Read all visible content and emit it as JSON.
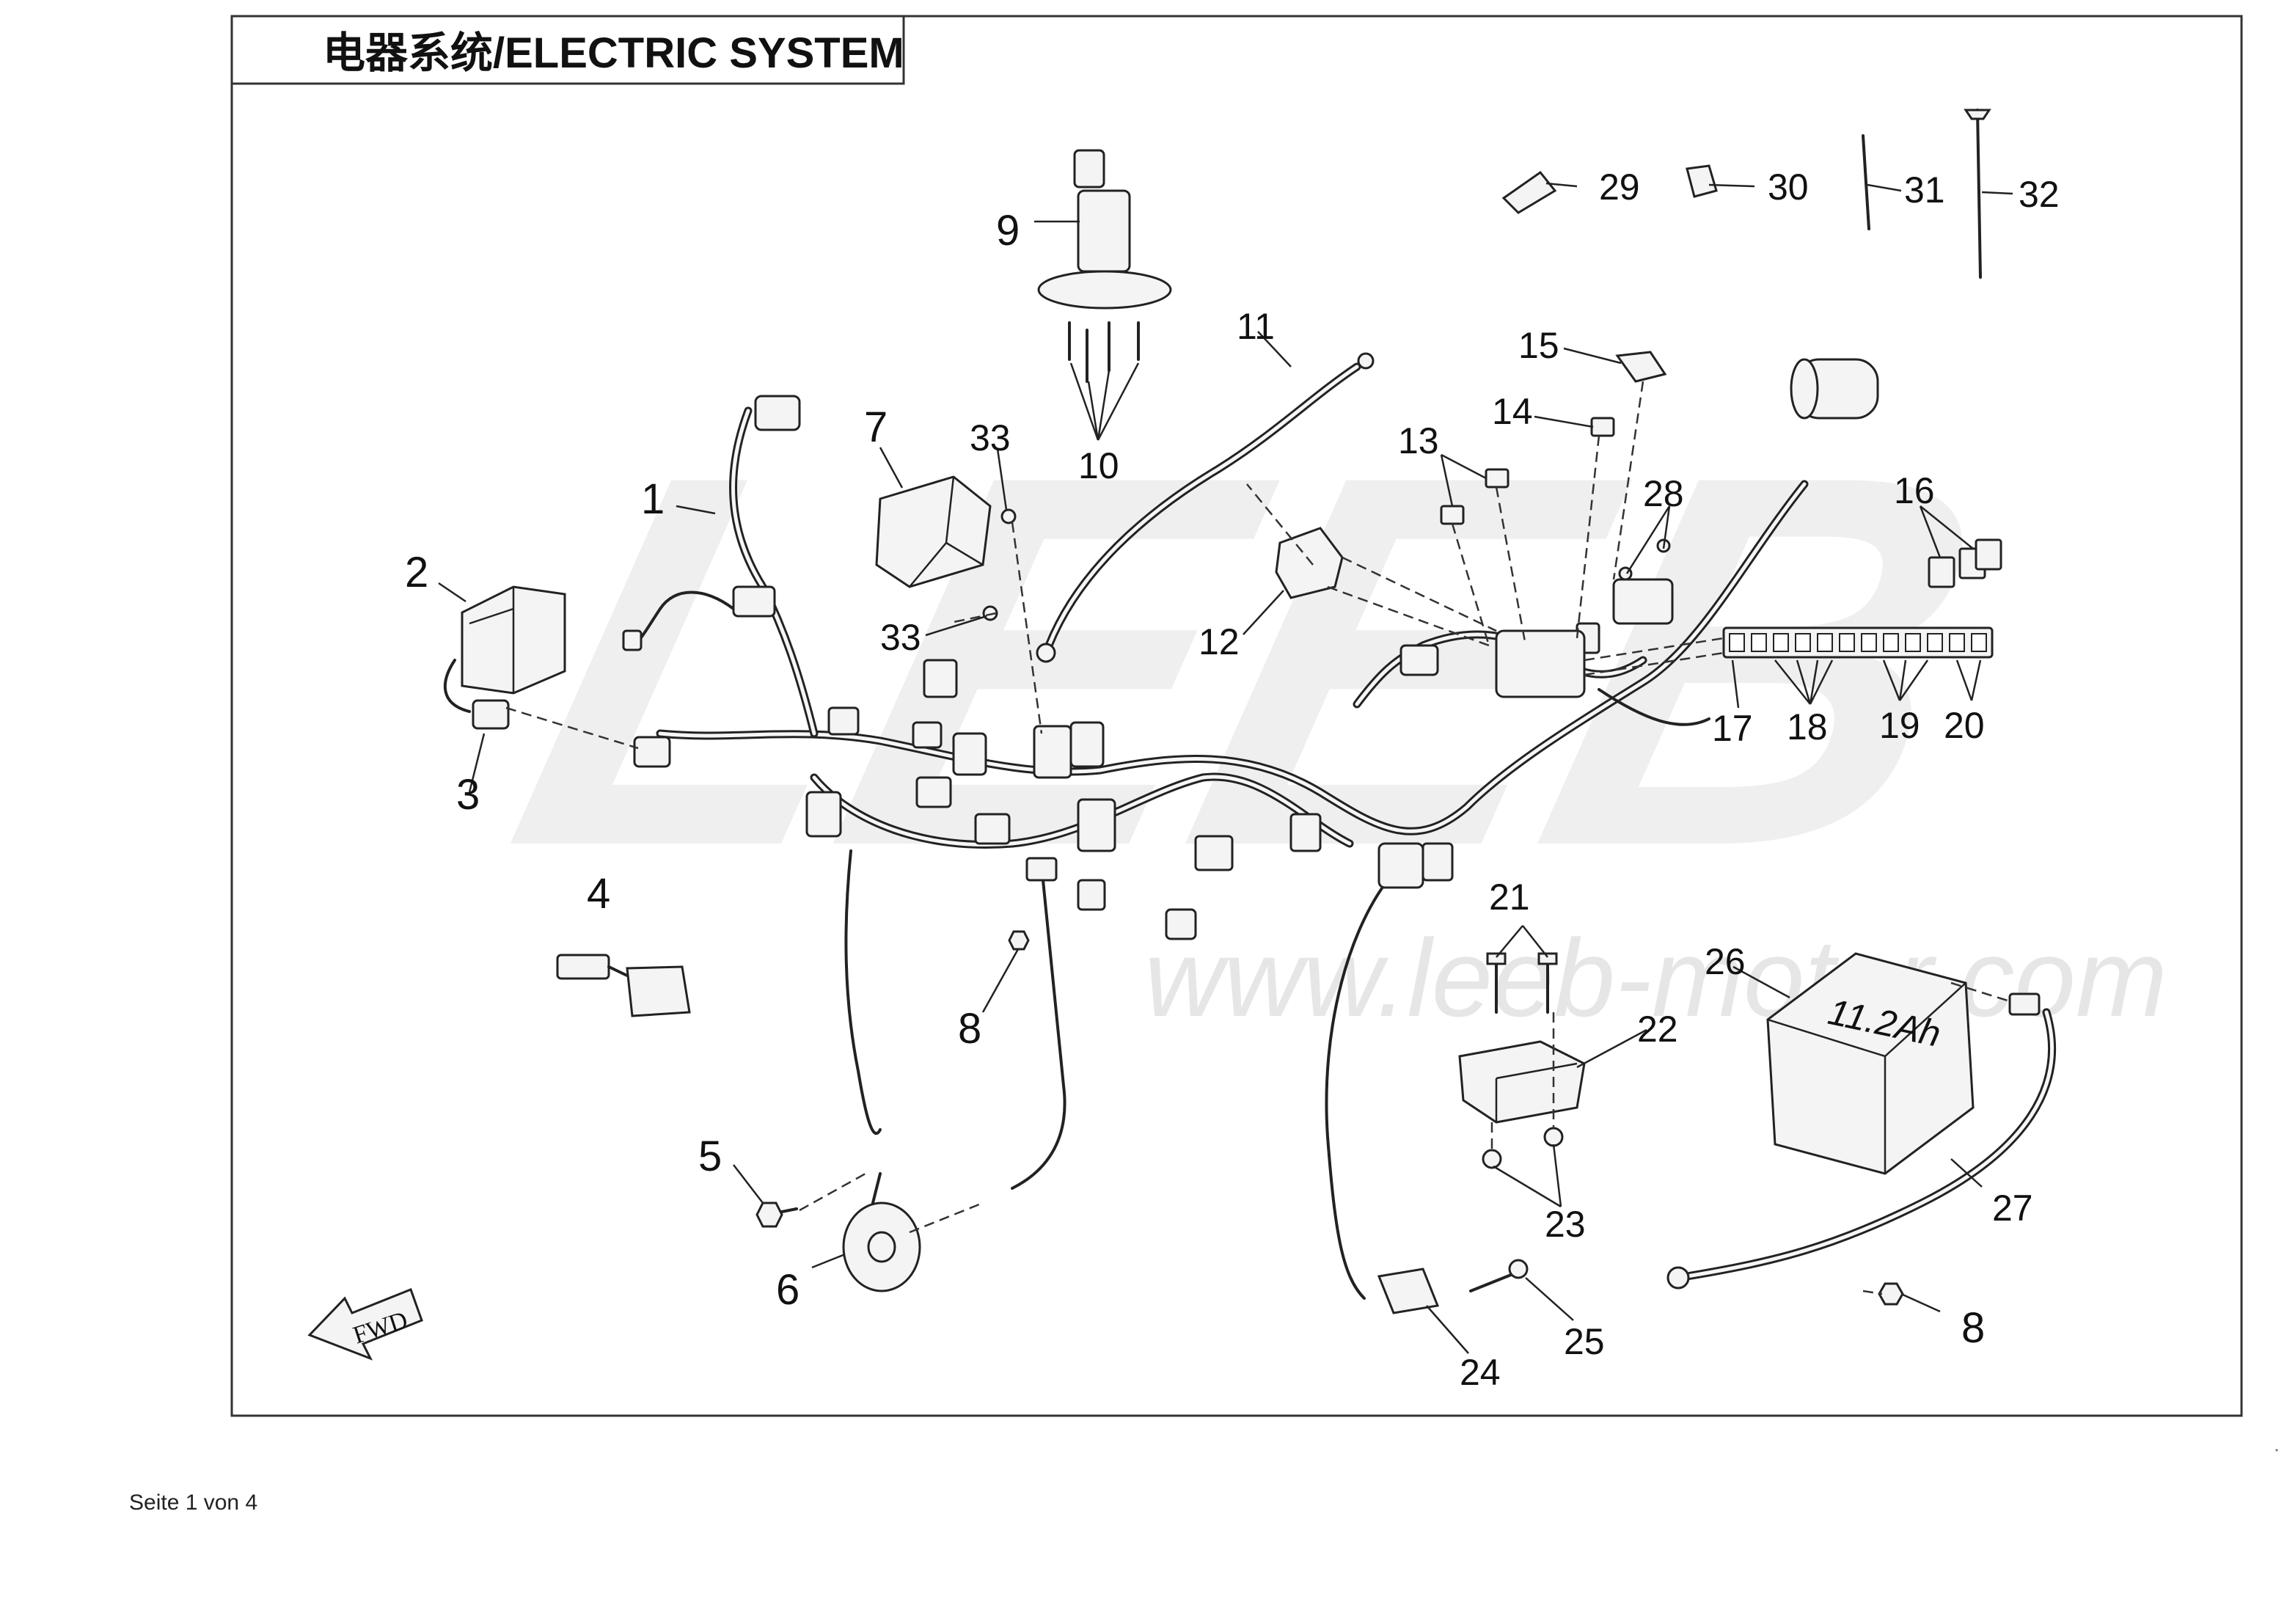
{
  "title": "电器系统/ELECTRIC SYSTEM",
  "watermark": {
    "logo": "LEEB",
    "url": "www.leeb-motor.com"
  },
  "fwd_label": "FWD",
  "battery_label": "11.2Ah",
  "footer": "Seite 1 von 4",
  "callouts": [
    "1",
    "2",
    "3",
    "4",
    "5",
    "6",
    "7",
    "8",
    "9",
    "10",
    "11",
    "12",
    "13",
    "14",
    "15",
    "16",
    "17",
    "18",
    "19",
    "20",
    "21",
    "22",
    "23",
    "24",
    "25",
    "26",
    "27",
    "28",
    "29",
    "30",
    "31",
    "32",
    "33",
    "33",
    "8"
  ],
  "colors": {
    "line": "#222222",
    "watermark": "#ececec",
    "frame": "#333333"
  }
}
